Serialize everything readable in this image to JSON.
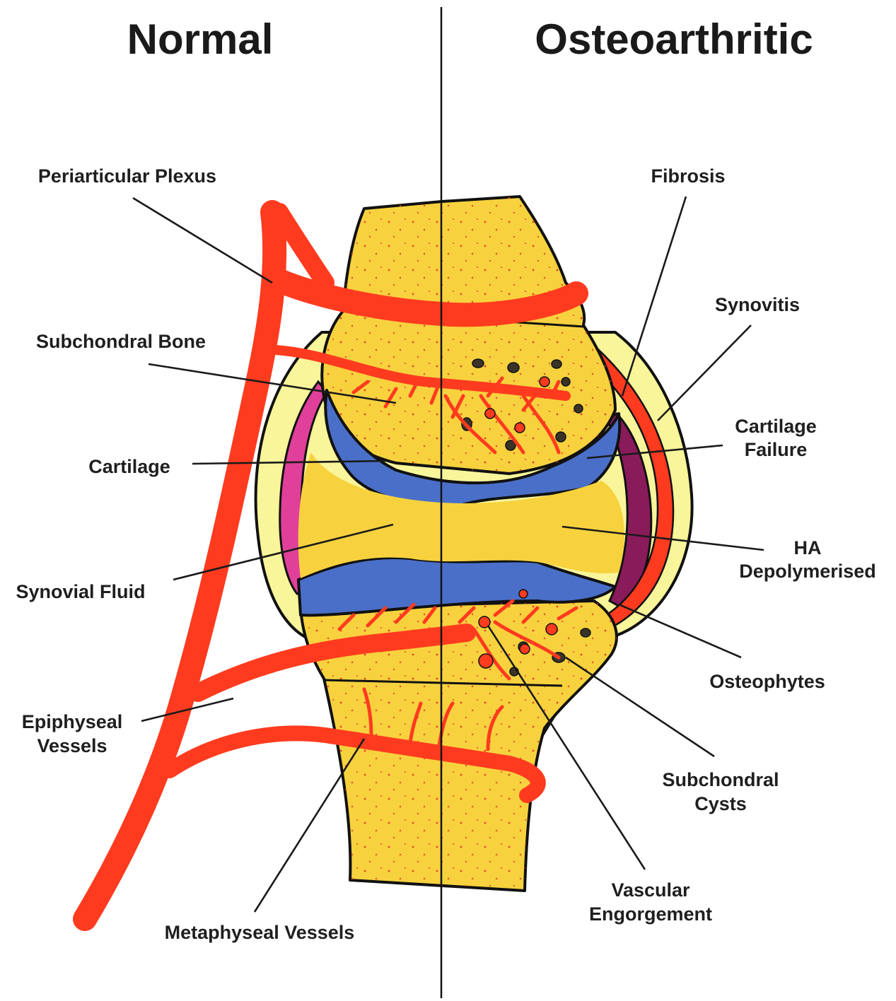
{
  "headings": {
    "normal": "Normal",
    "osteoarthritic": "Osteoarthritic"
  },
  "labels": {
    "periarticular_plexus": "Periarticular Plexus",
    "subchondral_bone": "Subchondral Bone",
    "cartilage": "Cartilage",
    "synovial_fluid": "Synovial Fluid",
    "epiphyseal_vessels": [
      "Epiphyseal",
      "Vessels"
    ],
    "metaphyseal_vessels": "Metaphyseal Vessels",
    "fibrosis": "Fibrosis",
    "synovitis": "Synovitis",
    "cartilage_failure": [
      "Cartilage",
      "Failure"
    ],
    "ha_depolymerised": [
      "HA",
      "Depolymerised"
    ],
    "osteophytes": "Osteophytes",
    "subchondral_cysts": [
      "Subchondral",
      "Cysts"
    ],
    "vascular_engorgement": [
      "Vascular",
      "Engorgement"
    ]
  },
  "colors": {
    "bone": "#f7d23e",
    "cartilage": "#4a6fc8",
    "vessel": "#ff3b1f",
    "synovium": "#e0409a",
    "capsule": "#f8f59a",
    "outline": "#111111"
  }
}
